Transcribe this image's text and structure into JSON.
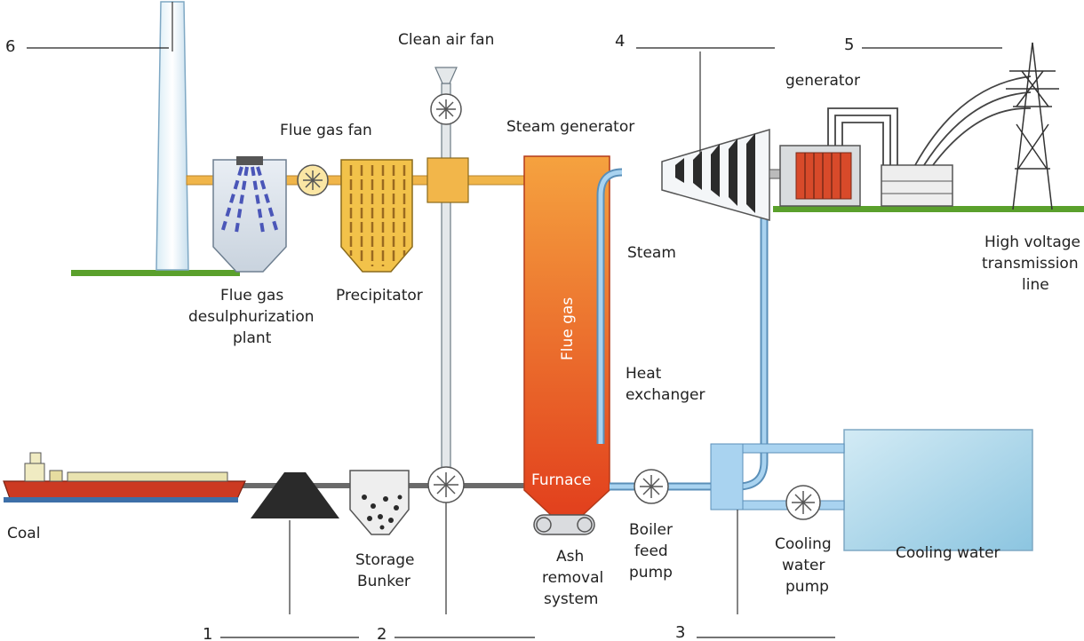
{
  "blanks": [
    {
      "number": "1"
    },
    {
      "number": "2"
    },
    {
      "number": "3"
    },
    {
      "number": "4"
    },
    {
      "number": "5"
    },
    {
      "number": "6"
    }
  ],
  "labels": {
    "clean_air_fan": "Clean air fan",
    "flue_gas_fan": "Flue gas fan",
    "steam_generator": "Steam generator",
    "generator": "generator",
    "high_voltage": [
      "High voltage",
      "transmission",
      "line"
    ],
    "flue_gas_desulph": [
      "Flue gas",
      "desulphurization",
      "plant"
    ],
    "precipitator": "Precipitator",
    "flue_gas": "Flue gas",
    "steam": "Steam",
    "heat_exchanger": "Heat",
    "heat_exchanger_2": "exchanger",
    "furnace": "Furnace",
    "coal": "Coal",
    "storage_bunker": [
      "Storage",
      "Bunker"
    ],
    "ash_removal": [
      "Ash",
      "removal",
      "system"
    ],
    "boiler_feed_pump": [
      "Boiler",
      "feed",
      "pump"
    ],
    "cooling_water_pump": [
      "Cooling",
      "water",
      "pump"
    ],
    "cooling_water": "Cooling water"
  },
  "colors": {
    "furnace_top": "#f39a3a",
    "furnace_bottom": "#e3401c",
    "pipe_blue": "#8fc3e8",
    "grass": "#5aa02c",
    "ship_red": "#cc3a22",
    "precipitator": "#f2c24a",
    "transformer": "#d84a2a"
  }
}
